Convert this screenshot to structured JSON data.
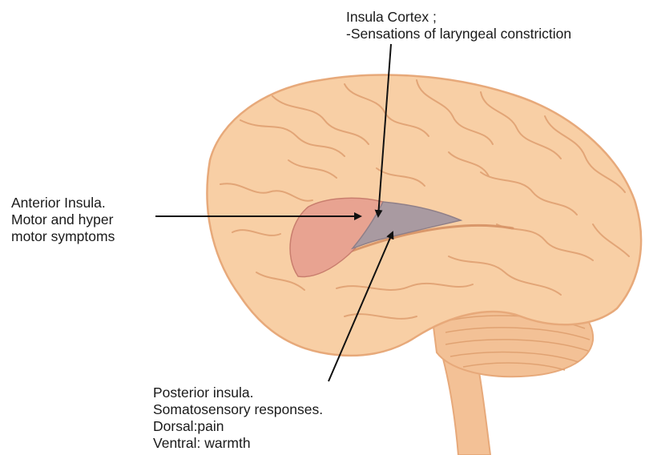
{
  "colors": {
    "brain_fill": "#f8cfa5",
    "brain_stroke": "#e7a97a",
    "cerebellum_fill": "#f3c196",
    "anterior_insula": "#e8a391",
    "posterior_insula": "#a99aa1",
    "arrow": "#111111"
  },
  "labels": {
    "insula_cortex": {
      "line1": "Insula Cortex ;",
      "line2": "-Sensations of laryngeal constriction"
    },
    "anterior_insula": {
      "line1": "Anterior Insula.",
      "line2": "Motor and hyper",
      "line3": "motor symptoms"
    },
    "posterior_insula": {
      "line1": "Posterior insula.",
      "line2": "Somatosensory responses.",
      "line3": "Dorsal:pain",
      "line4": "Ventral: warmth"
    }
  }
}
